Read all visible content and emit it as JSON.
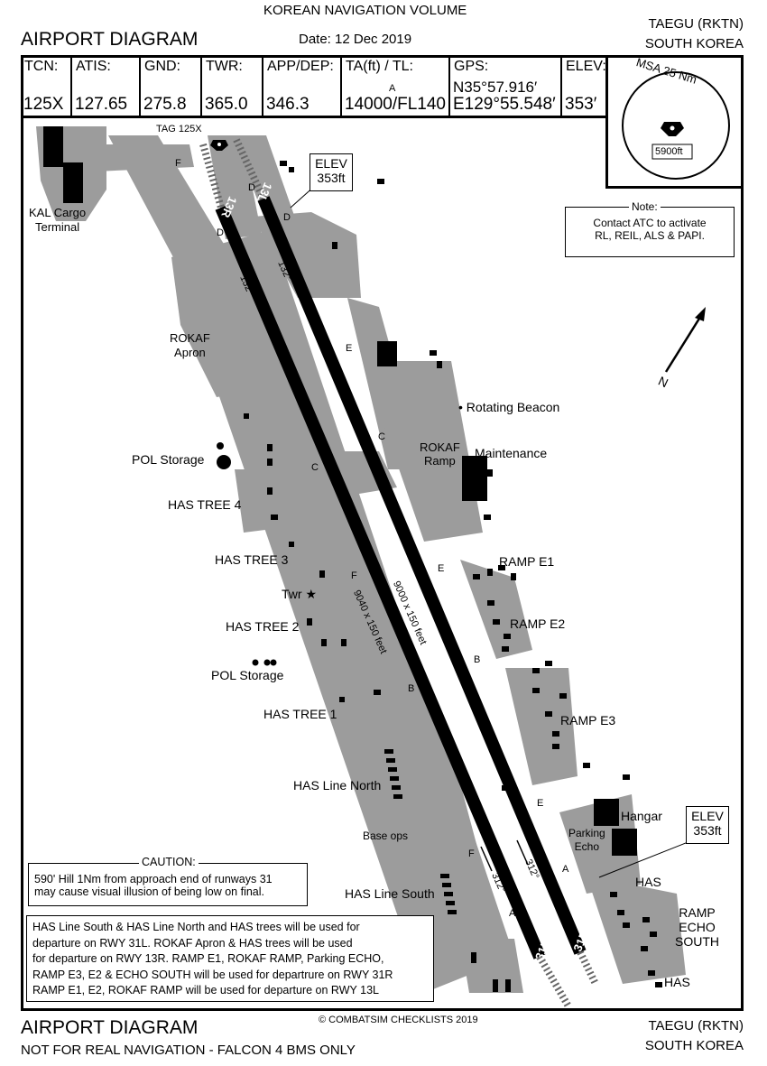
{
  "header": {
    "volume": "KOREAN NAVIGATION VOLUME",
    "title": "AIRPORT DIAGRAM",
    "date": "Date: 12 Dec 2019",
    "airport": "TAEGU (RKTN)",
    "country": "SOUTH KOREA"
  },
  "frequencies": [
    {
      "label": "TCN:",
      "value": "125X"
    },
    {
      "label": "ATIS:",
      "value": "127.65"
    },
    {
      "label": "GND:",
      "value": "275.8"
    },
    {
      "label": "TWR:",
      "value": "365.0"
    },
    {
      "label": "APP/DEP:",
      "value": "346.3"
    },
    {
      "label": "TA(ft) / TL:",
      "sub": "A",
      "value": "14000/FL140"
    },
    {
      "label": "GPS:",
      "value": "N35°57.916′",
      "value2": "E129°55.548′"
    },
    {
      "label": "ELEV:",
      "value": "353′"
    }
  ],
  "msa": {
    "title": "MSA 25 Nm",
    "altitude": "5900ft"
  },
  "note": {
    "title": "Note:",
    "text_line1": "Contact ATC to activate",
    "text_line2": "RL, REIL, ALS & PAPI."
  },
  "elev_boxes": [
    {
      "line1": "ELEV",
      "line2": "353ft"
    },
    {
      "line1": "ELEV",
      "line2": "353ft"
    }
  ],
  "north_label": "N",
  "tacan_label": "TAG 125X",
  "labels": {
    "kal_cargo": [
      "KAL Cargo",
      "Terminal"
    ],
    "rokaf_apron": [
      "ROKAF",
      "Apron"
    ],
    "rotating_beacon": "• Rotating Beacon",
    "rokaf_ramp": [
      "ROKAF",
      "Ramp"
    ],
    "maintenance": "Maintenance",
    "pol_storage_1": "POL Storage",
    "has_tree_4": "HAS TREE 4",
    "has_tree_3": "HAS TREE 3",
    "twr": "Twr ★",
    "has_tree_2": "HAS TREE 2",
    "pol_storage_2": "POL Storage",
    "has_tree_1": "HAS TREE 1",
    "ramp_e1": "RAMP E1",
    "ramp_e2": "RAMP E2",
    "ramp_e3": "RAMP E3",
    "has_line_north": "HAS Line North",
    "base_ops": "Base ops",
    "has_line_south": "HAS Line South",
    "hangar": "Hangar",
    "parking_echo": [
      "Parking",
      "Echo"
    ],
    "has_1": "HAS",
    "ramp_echo_south": [
      "RAMP",
      "ECHO",
      "SOUTH"
    ],
    "has_2": "HAS"
  },
  "taxiways": [
    "F",
    "D",
    "D",
    "E",
    "C",
    "C",
    "E",
    "F",
    "B",
    "B",
    "E",
    "F",
    "A",
    "A"
  ],
  "runways": {
    "rwy_13r": "13R",
    "rwy_13l": "13L",
    "rwy_31l": "31L",
    "rwy_31r": "31R",
    "len_right": "9000 x 150 feet",
    "len_left": "9040 x 150 feet",
    "hdg_132": "132°",
    "hdg_312": "312°"
  },
  "caution": {
    "title": "CAUTION:",
    "line1": "590' Hill 1Nm from approach end of runways 31",
    "line2": "may cause visual illusion of being low on final."
  },
  "usage": {
    "line1": "HAS Line South & HAS Line North and HAS trees will be used for",
    "line2": "departure on RWY 31L. ROKAF Apron & HAS trees will be used",
    "line3": "for departure on RWY 13R. RAMP E1, ROKAF RAMP, Parking ECHO,",
    "line4": "RAMP E3, E2 & ECHO SOUTH will be used for departrure on RWY 31R",
    "line5": "RAMP E1, E2, ROKAF RAMP will be used for departure on RWY 13L"
  },
  "footer": {
    "title": "AIRPORT DIAGRAM",
    "disclaimer": "NOT FOR REAL NAVIGATION - FALCON 4 BMS ONLY",
    "copyright": "© COMBATSIM CHECKLISTS 2019",
    "airport": "TAEGU (RKTN)",
    "country": "SOUTH KOREA"
  }
}
